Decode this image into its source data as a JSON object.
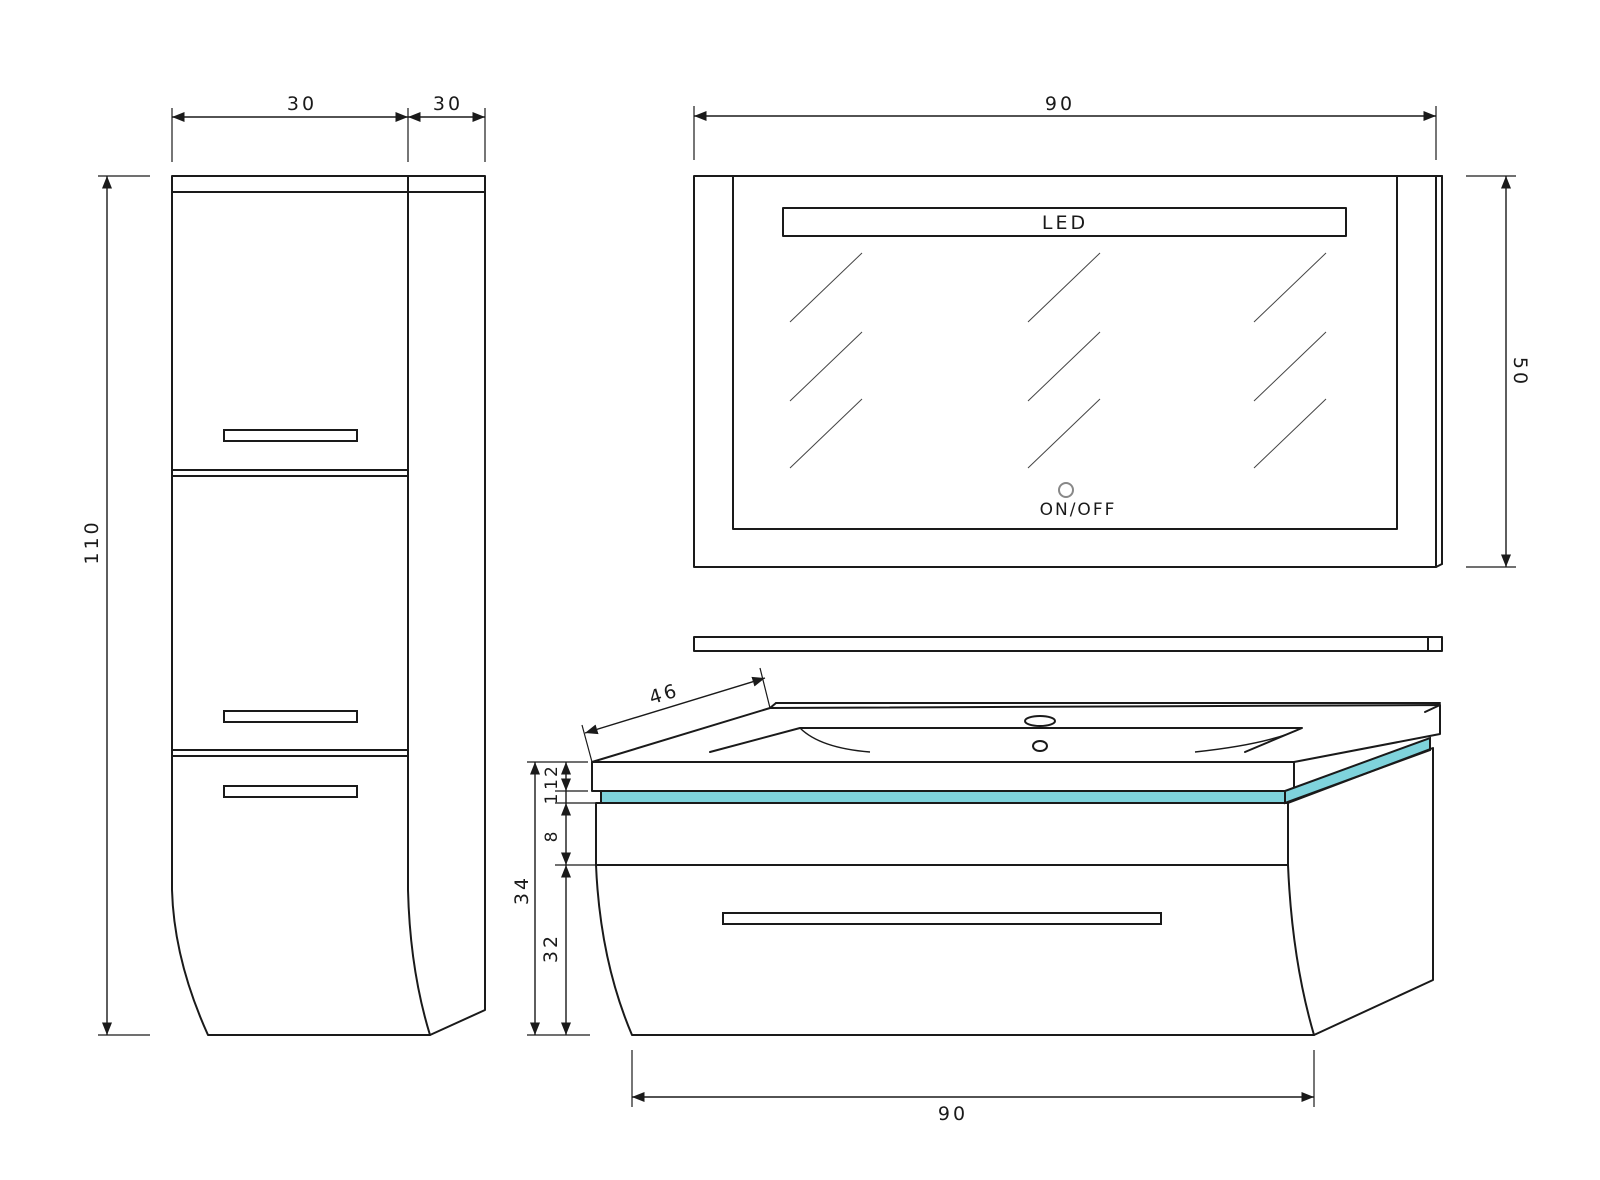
{
  "colors": {
    "stroke": "#1a1a1a",
    "led_strip": "#7fd3dc",
    "background": "#ffffff"
  },
  "tall_cabinet": {
    "width_front": "30",
    "width_side": "30",
    "height": "110"
  },
  "mirror": {
    "width": "90",
    "height": "50",
    "led_label": "LED",
    "switch_label": "ON/OFF"
  },
  "vanity": {
    "depth": "46",
    "total_height": "34",
    "top_thickness": "12",
    "led_gap": "1",
    "upper_panel": "8",
    "drawer_height": "32",
    "width": "90"
  }
}
